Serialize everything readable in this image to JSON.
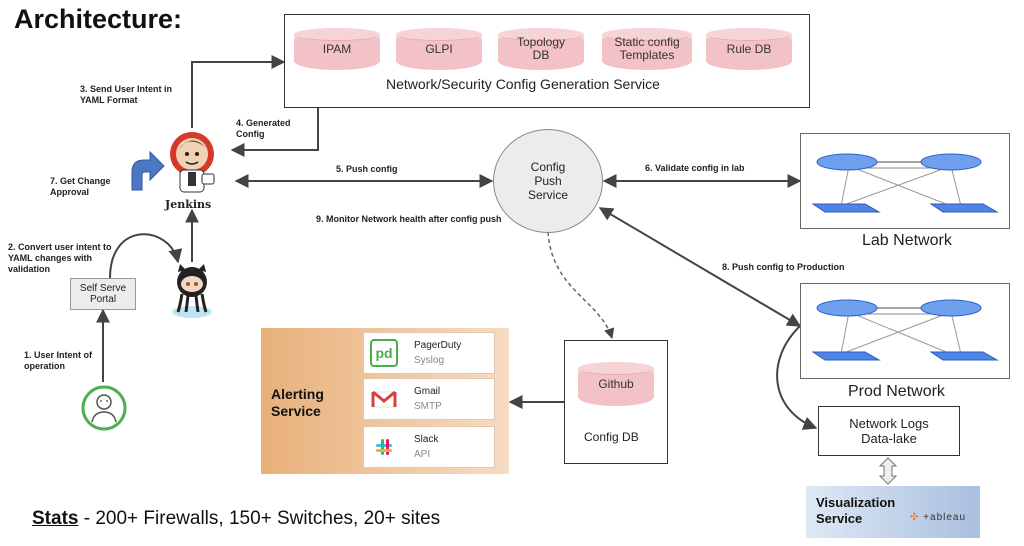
{
  "title": "Architecture:",
  "config_service": {
    "label": "Network/Security Config Generation Service",
    "databases": [
      "IPAM",
      "GLPI",
      "Topology DB",
      "Static config Templates",
      "Rule DB"
    ]
  },
  "steps": {
    "s1": "1. User Intent of operation",
    "s2": "2. Convert user intent to YAML changes with validation",
    "s3": "3. Send User Intent in YAML Format",
    "s4": "4. Generated Config",
    "s5": "5. Push config",
    "s6": "6.  Validate config in lab",
    "s7": "7. Get Change Approval",
    "s8": "8. Push config to Production",
    "s9": "9. Monitor Network health after config push"
  },
  "jenkins_label": "Jenkins",
  "portal_label": "Self Serve Portal",
  "push_service_label": "Config Push Service",
  "lab_network_label": "Lab Network",
  "prod_network_label": "Prod Network",
  "logs_label": "Network Logs Data-lake",
  "visualization": {
    "label": "Visualization Service",
    "brand": "+ableau"
  },
  "config_db": {
    "cylinder": "Github",
    "label": "Config DB"
  },
  "alerting": {
    "label": "Alerting Service",
    "services": [
      {
        "name": "PagerDuty",
        "proto": "Syslog",
        "icon": "pagerduty-icon"
      },
      {
        "name": "Gmail",
        "proto": "SMTP",
        "icon": "gmail-icon"
      },
      {
        "name": "Slack",
        "proto": "API",
        "icon": "slack-icon"
      }
    ]
  },
  "stats": {
    "heading": "Stats",
    "text": " - 200+ Firewalls, 150+ Switches, 20+ sites"
  },
  "colors": {
    "db_fill": "#f2c2c8",
    "alert_bg": "#e8b07a",
    "viz_bg": "#a9bfdf",
    "switch_blue": "#3f7be0"
  }
}
